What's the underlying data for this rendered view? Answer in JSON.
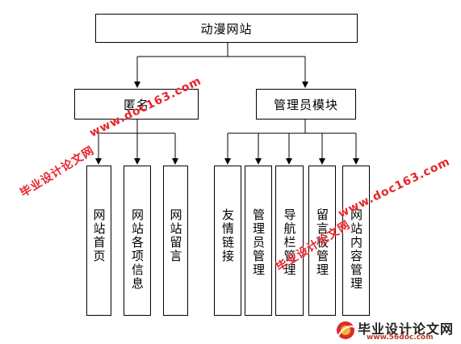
{
  "nodes": {
    "root": "动漫网站",
    "anon": "匿名",
    "admin": "管理员模块",
    "anon_children": [
      "网站首页",
      "网站各项信息",
      "网站留言"
    ],
    "admin_children": [
      "友情链接",
      "管理员管理",
      "导航栏管理",
      "留言板管理",
      "网站内容管理"
    ]
  },
  "watermarks": {
    "cn": "毕业设计论文网",
    "url": "www.doc163.com"
  },
  "footer": {
    "title": "毕业设计论文网",
    "url": "www.56doc.com"
  }
}
